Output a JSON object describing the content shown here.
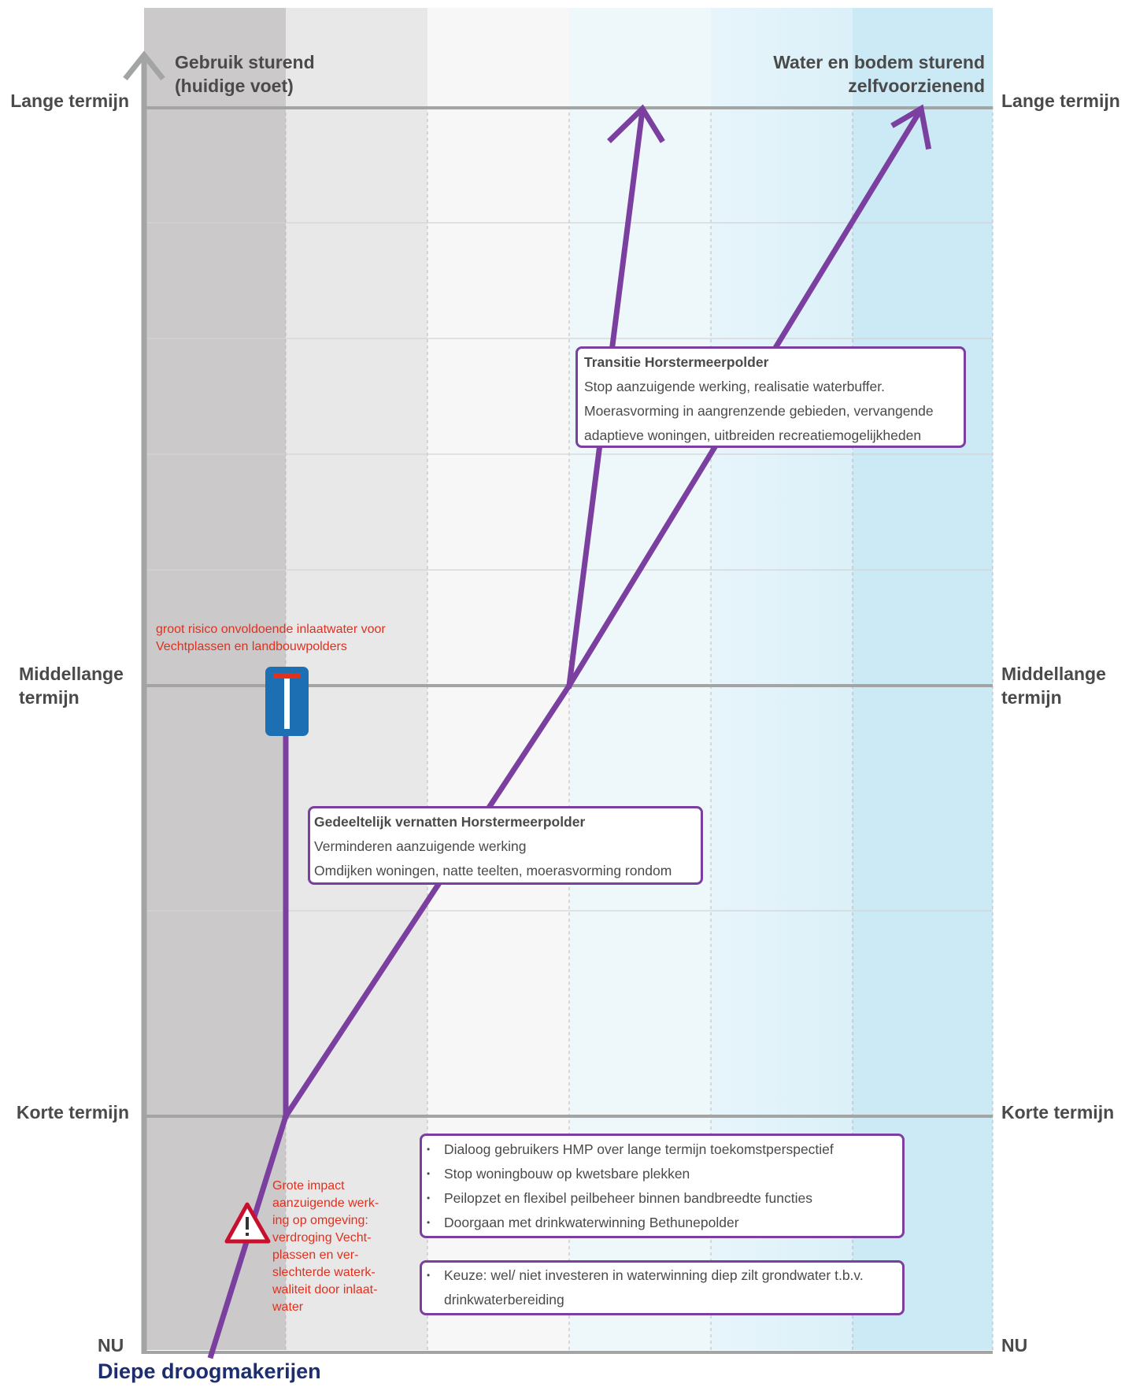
{
  "header": {
    "left_direction": "Gebruik sturend\n(huidige voet)",
    "right_direction": "Water en bodem sturend\nzelfvoorzienend"
  },
  "levels": {
    "long_left": "Lange termijn",
    "long_right": "Lange termijn",
    "mid_left": "Middellange\ntermijn",
    "mid_right": "Middellange\ntermijn",
    "short_left": "Korte termijn",
    "short_right": "Korte termijn",
    "now_left": "NU",
    "now_right": "NU"
  },
  "warnings": {
    "dead_end": "groot risico onvoldoende inlaatwater voor\nVechtplassen en landbouwpolders",
    "impact": "Grote impact\naanzuigende werk-\ning op omgeving:\nverdroging Vecht-\nplassen en ver-\nslechterde waterk-\nwaliteit door inlaat-\nwater"
  },
  "boxes": {
    "transition": {
      "title": "Transitie Horstermeerpolder",
      "lines": [
        "Stop aanzuigende werking, realisatie waterbuffer.",
        "Moerasvorming in aangrenzende gebieden, vervangende",
        "adaptieve woningen, uitbreiden recreatiemogelijkheden"
      ]
    },
    "partial": {
      "title": "Gedeeltelijk vernatten Horstermeerpolder",
      "lines": [
        "Verminderen aanzuigende werking",
        "Omdijken woningen, natte teelten, moerasvorming rondom"
      ]
    },
    "now_actions": [
      "Dialoog gebruikers HMP over lange termijn toekomstperspectief",
      "Stop woningbouw op kwetsbare plekken",
      "Peilopzet en flexibel peilbeheer binnen bandbreedte functies",
      "Doorgaan met drinkwaterwinning Bethunepolder"
    ],
    "choice": [
      "Keuze: wel/ niet investeren in waterwinning diep zilt grondwater t.b.v.",
      "drinkwaterbereiding"
    ]
  },
  "footer_title": "Diepe droogmakerijen",
  "colors": {
    "path": "#7b3fa0",
    "warning_text": "#e0301e",
    "title": "#1c2e6e",
    "sign_blue": "#1c6fb3"
  },
  "icons": {
    "dead_end_sign": "dead-end-road-sign-icon",
    "warning": "warning-triangle-icon"
  }
}
